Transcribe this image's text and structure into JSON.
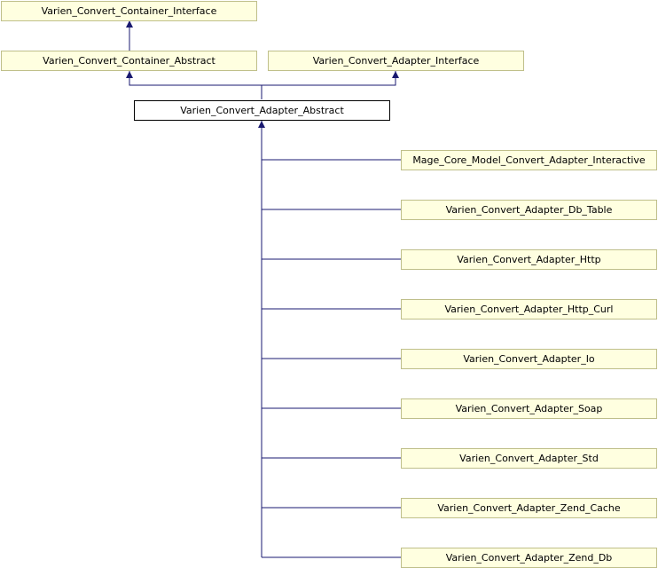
{
  "colors": {
    "box_fill": "#ffffe0",
    "box_border": "#bfbf8a",
    "current_fill": "#ffffff",
    "current_border": "#000000",
    "edge": "#191970"
  },
  "nodes": {
    "container_interface": "Varien_Convert_Container_Interface",
    "container_abstract": "Varien_Convert_Container_Abstract",
    "adapter_interface": "Varien_Convert_Adapter_Interface",
    "adapter_abstract": "Varien_Convert_Adapter_Abstract",
    "children": [
      "Mage_Core_Model_Convert_Adapter_Interactive",
      "Varien_Convert_Adapter_Db_Table",
      "Varien_Convert_Adapter_Http",
      "Varien_Convert_Adapter_Http_Curl",
      "Varien_Convert_Adapter_Io",
      "Varien_Convert_Adapter_Soap",
      "Varien_Convert_Adapter_Std",
      "Varien_Convert_Adapter_Zend_Cache",
      "Varien_Convert_Adapter_Zend_Db"
    ]
  }
}
